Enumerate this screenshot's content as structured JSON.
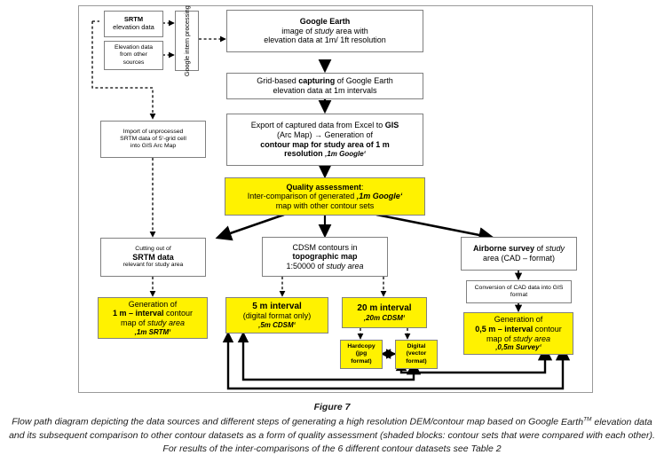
{
  "figure": {
    "title": "Figure 7",
    "caption_line1": "Flow path diagram depicting the data sources and different steps of generating a high resolution DEM/contour map based on Google",
    "caption_line2_pre": "Earth",
    "caption_line2_sup": "TM",
    "caption_line2_post": " elevation data and its subsequent comparison to other contour datasets as a form of quality assessment (shaded blocks:",
    "caption_line3": "contour sets that were compared with each other). For results of the inter-comparisons of the 6 different contour datasets see Table 2"
  },
  "colors": {
    "highlight": "#FFF200",
    "box_border": "#808080",
    "frame_border": "#9a9a9a",
    "arrow": "#000000"
  },
  "nodes": {
    "srtm_source": {
      "line1": "SRTM",
      "line2": "elevation data"
    },
    "other_source": {
      "line1": "Elevation data",
      "line2": "from other",
      "line3": "sources"
    },
    "google_processing": {
      "label": "Google intern processing"
    },
    "google_earth": {
      "line1": "Google Earth",
      "line2_a": "image of ",
      "line2_b": "study",
      "line2_c": " area with",
      "line3": "elevation data at 1m/ 1ft resolution"
    },
    "grid_capture": {
      "line1_a": "Grid-based ",
      "line1_b": "capturing",
      "line1_c": " of Google Earth",
      "line2": "elevation data at 1m intervals"
    },
    "export_gis": {
      "line1_a": "Export of captured data from Excel to ",
      "line1_b": "GIS",
      "line2": "(Arc Map) → Generation of",
      "line3": "contour map for study area of 1 m",
      "line4_a": "resolution ",
      "line4_b": "‚1m Google‘"
    },
    "import_srtm": {
      "line1": "Import of unprocessed",
      "line2": "SRTM data of 5‘-grid cell",
      "line3": "into GIS Arc Map"
    },
    "quality_assessment": {
      "line1": "Quality assessment",
      "line1_suffix": ":",
      "line2_a": "Inter-comparison of generated ",
      "line2_b": "‚1m Google‘",
      "line3": "map with other contour sets"
    },
    "cut_srtm": {
      "line1": "Cutting out of",
      "line2": "SRTM data",
      "line3": "relevant for study area"
    },
    "cdsm_topo": {
      "line1": "CDSM contours in",
      "line2": "topographic map",
      "line3_a": "1:50000 of ",
      "line3_b": "study area"
    },
    "airborne": {
      "line1_a": "Airborne survey",
      "line1_b": " of ",
      "line1_c": "study",
      "line2": "area (CAD – format)"
    },
    "cad_conversion": {
      "line1": "Conversion of CAD data into GIS",
      "line2": "format"
    },
    "gen_1m_srtm": {
      "line1": "Generation of",
      "line2_a": "1 m – interval",
      "line2_b": " contour",
      "line3_a": "map of ",
      "line3_b": "study area",
      "line4": "‚1m SRTM‘"
    },
    "interval_5m": {
      "line1": "5 m interval",
      "line2": "(digital format only)",
      "line3": "‚5m CDSM‘"
    },
    "interval_20m": {
      "line1": "20 m interval",
      "line2": "‚20m CDSM‘"
    },
    "hardcopy": {
      "line1": "Hardcopy",
      "line2": "(jpg",
      "line3": "format)"
    },
    "digital": {
      "line1": "Digital",
      "line2": "(vector",
      "line3": "format)"
    },
    "gen_05m_survey": {
      "line1": "Generation of",
      "line2_a": "0,5 m – interval",
      "line2_b": " contour",
      "line3_a": "map of ",
      "line3_b": "study area",
      "line4": "‚0,5m Survey‘"
    }
  }
}
